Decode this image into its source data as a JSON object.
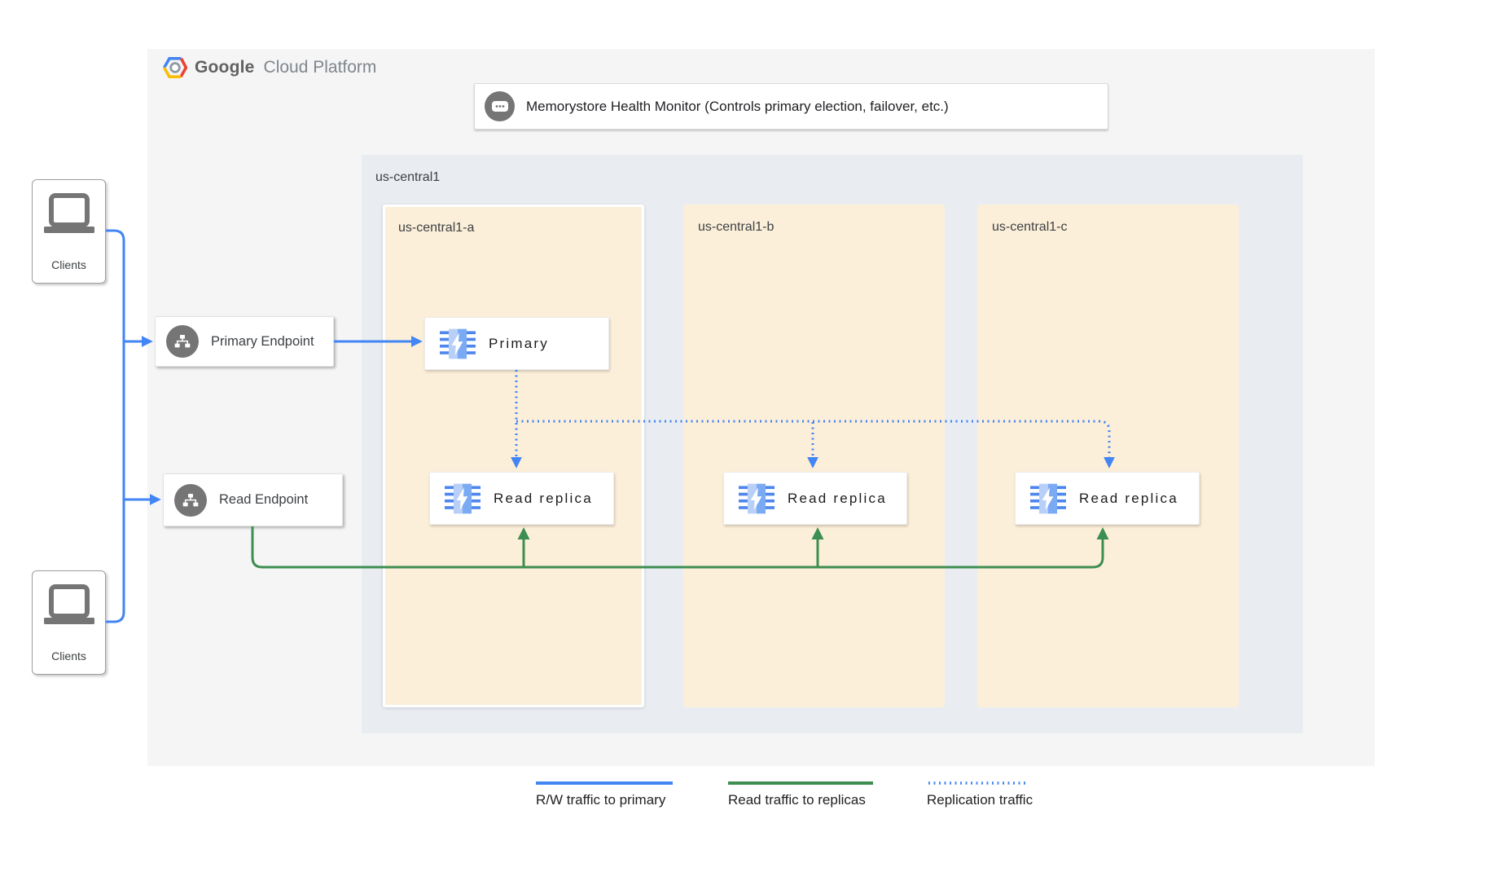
{
  "brand": {
    "name_bold": "Google",
    "name_light": "Cloud Platform"
  },
  "health_monitor": {
    "label": "Memorystore Health Monitor (Controls primary election, failover, etc.)"
  },
  "region": {
    "label": "us-central1"
  },
  "zones": [
    {
      "label": "us-central1-a"
    },
    {
      "label": "us-central1-b"
    },
    {
      "label": "us-central1-c"
    }
  ],
  "nodes": {
    "primary": {
      "label": "Primary"
    },
    "replicas": [
      {
        "label": "Read replica"
      },
      {
        "label": "Read replica"
      },
      {
        "label": "Read replica"
      }
    ]
  },
  "endpoints": {
    "primary": {
      "label": "Primary Endpoint"
    },
    "read": {
      "label": "Read Endpoint"
    }
  },
  "clients": [
    {
      "label": "Clients"
    },
    {
      "label": "Clients"
    }
  ],
  "legend": [
    {
      "label": "R/W traffic to primary",
      "style": "solid",
      "color": "#4285f4"
    },
    {
      "label": "Read traffic to replicas",
      "style": "solid",
      "color": "#3d8e51"
    },
    {
      "label": "Replication traffic",
      "style": "dotted",
      "color": "#4285f4"
    }
  ],
  "colors": {
    "rw_traffic": "#4285f4",
    "read_traffic": "#3d8e51",
    "replication_traffic": "#4285f4",
    "panel_bg": "#f5f5f6",
    "region_bg": "#e9edf2",
    "zone_bg": "#fcefd9",
    "icon_gray": "#757575"
  }
}
